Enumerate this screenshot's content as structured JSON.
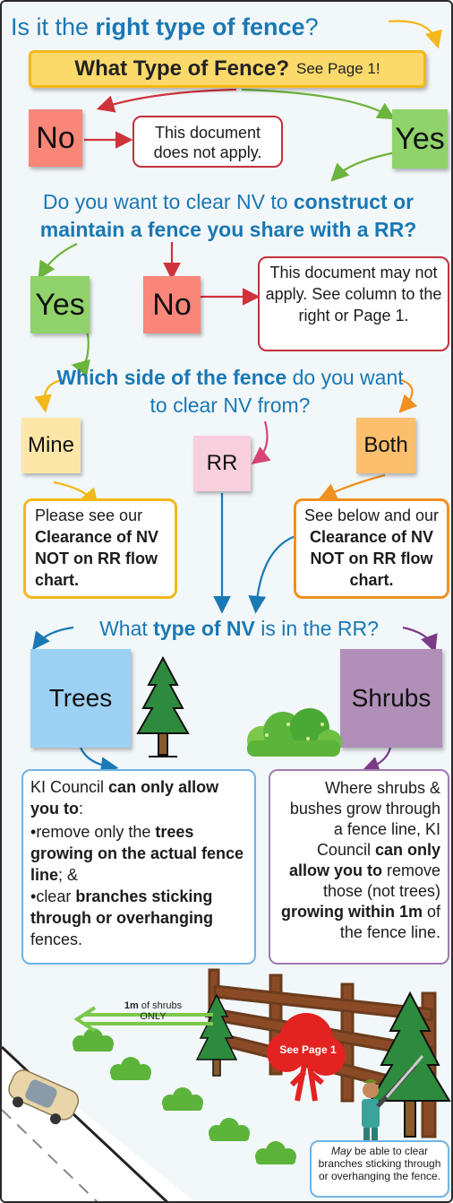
{
  "title": {
    "pre": "Is it the ",
    "bold": "right type of fence",
    "post": "?"
  },
  "banner": {
    "main": "What Type of Fence?",
    "sub": "See Page 1!"
  },
  "step1": {
    "no": "No",
    "yes": "Yes",
    "no_box": "This document does not apply."
  },
  "q2": {
    "pre": "Do you want to clear NV to ",
    "bold": "construct or maintain a fence you share with a RR?"
  },
  "step2": {
    "yes": "Yes",
    "no": "No",
    "no_box": "This document may not apply. See column to the right or Page 1."
  },
  "q3": {
    "bold": "Which side of the fence",
    "post": " do you want to clear NV from?"
  },
  "side": {
    "mine": "Mine",
    "rr": "RR",
    "both": "Both"
  },
  "mine_box": {
    "pre": "Please see our ",
    "bold": "Clearance of NV NOT on RR flow chart."
  },
  "both_box": {
    "pre": "See below and our ",
    "bold": "Clearance of NV NOT on RR flow chart."
  },
  "q4": {
    "pre": "What ",
    "bold": "type of NV",
    "post": " is in the RR?"
  },
  "types": {
    "trees": "Trees",
    "shrubs": "Shrubs"
  },
  "trees_box": {
    "intro_pre": "KI Council ",
    "intro_bold": "can only allow you to",
    "intro_post": ":",
    "b1_pre": "remove only the ",
    "b1_bold": "trees growing on the actual fence line",
    "b1_post": "; &",
    "b2_pre": "clear ",
    "b2_bold": "branches sticking through or overhanging",
    "b2_post": " fences."
  },
  "shrubs_box": {
    "t1": "Where shrubs & bushes grow through a fence line, KI Council ",
    "b1": "can only allow you to",
    "t2": " remove those (not trees) ",
    "b2": "growing within 1m",
    "t3": " of the fence line."
  },
  "illustration": {
    "arrow_bold": "1m",
    "arrow_rest": " of shrubs",
    "arrow_only": "ONLY",
    "red_tree_label": "See Page 1",
    "caption_italic": "May",
    "caption_rest": " be able to clear branches sticking through or overhanging the fence."
  },
  "colors": {
    "accent_blue": "#1a78b4",
    "banner_yellow": "#fbd96a",
    "no_red": "#f8877a",
    "yes_green": "#8fd36a",
    "mine_yellow": "#fde7a8",
    "rr_pink": "#f8cfdc",
    "both_orange": "#fbbf6e",
    "trees_blue": "#9dd1f3",
    "shrubs_purple": "#b08fb8"
  }
}
